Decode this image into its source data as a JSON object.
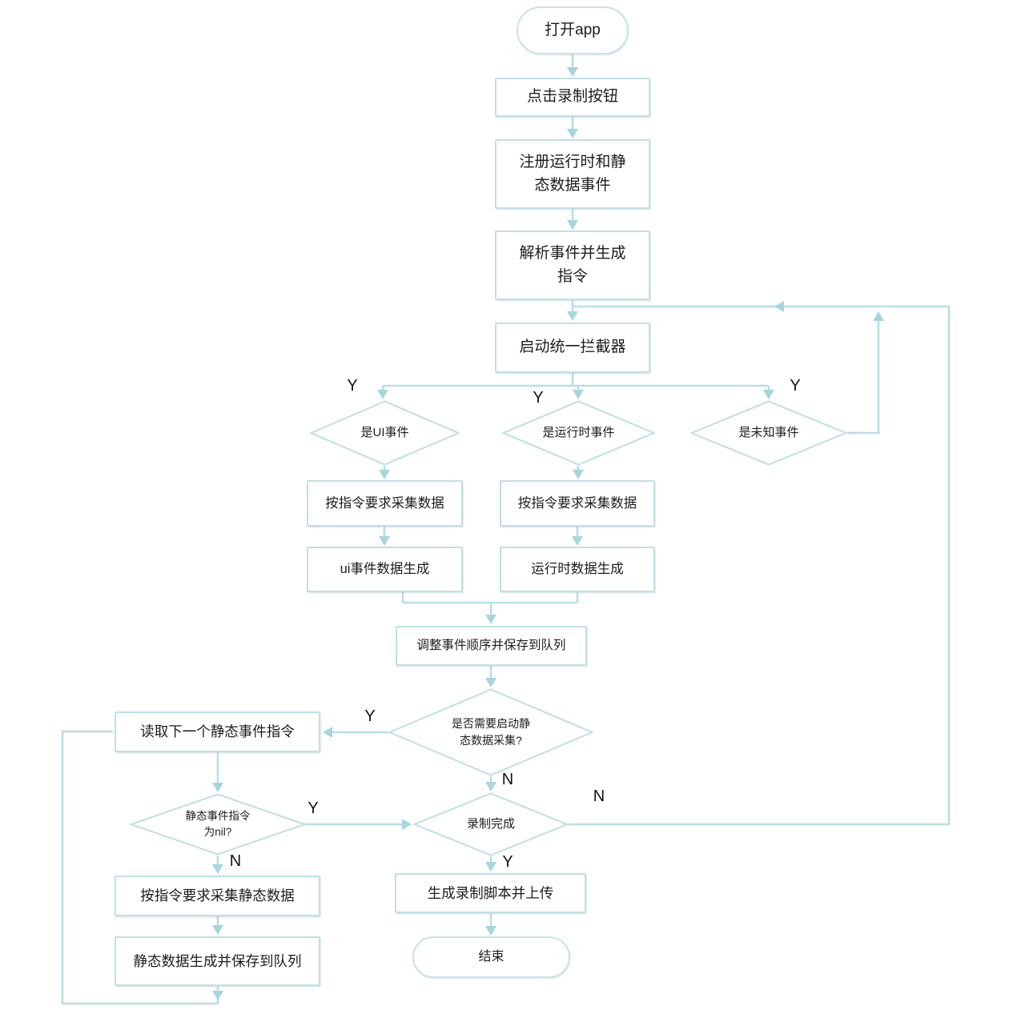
{
  "colors": {
    "line": "#b9dee5",
    "arrowhead": "#a7d5de",
    "node_border": "#bee0e6",
    "node_fill": "#ffffff",
    "text": "#1c1c1c",
    "background": "#ffffff"
  },
  "labels": {
    "yes": "Y",
    "no": "N"
  },
  "nodes": {
    "open_app": "打开app",
    "click_record": "点击录制按钮",
    "register_events": "注册运行时和静\n态数据事件",
    "parse_events": "解析事件并生成\n指令",
    "start_interceptor": "启动统一拦截器",
    "is_ui_event": "是UI事件",
    "is_runtime_event": "是运行时事件",
    "is_unknown_event": "是未知事件",
    "collect_ui_data": "按指令要求采集数据",
    "collect_runtime_data": "按指令要求采集数据",
    "ui_data_generated": "ui事件数据生成",
    "runtime_data_generated": "运行时数据生成",
    "adjust_order_queue": "调整事件顺序并保存到队列",
    "need_static_collection": "是否需要启动静\n态数据采集?",
    "read_next_static": "读取下一个静态事件指令",
    "static_instruction_nil": "静态事件指令\n为nil?",
    "collect_static_data": "按指令要求采集静态数据",
    "static_data_saved": "静态数据生成并保存到队列",
    "recording_done": "录制完成",
    "generate_upload_script": "生成录制脚本并上传",
    "end": "结束"
  }
}
